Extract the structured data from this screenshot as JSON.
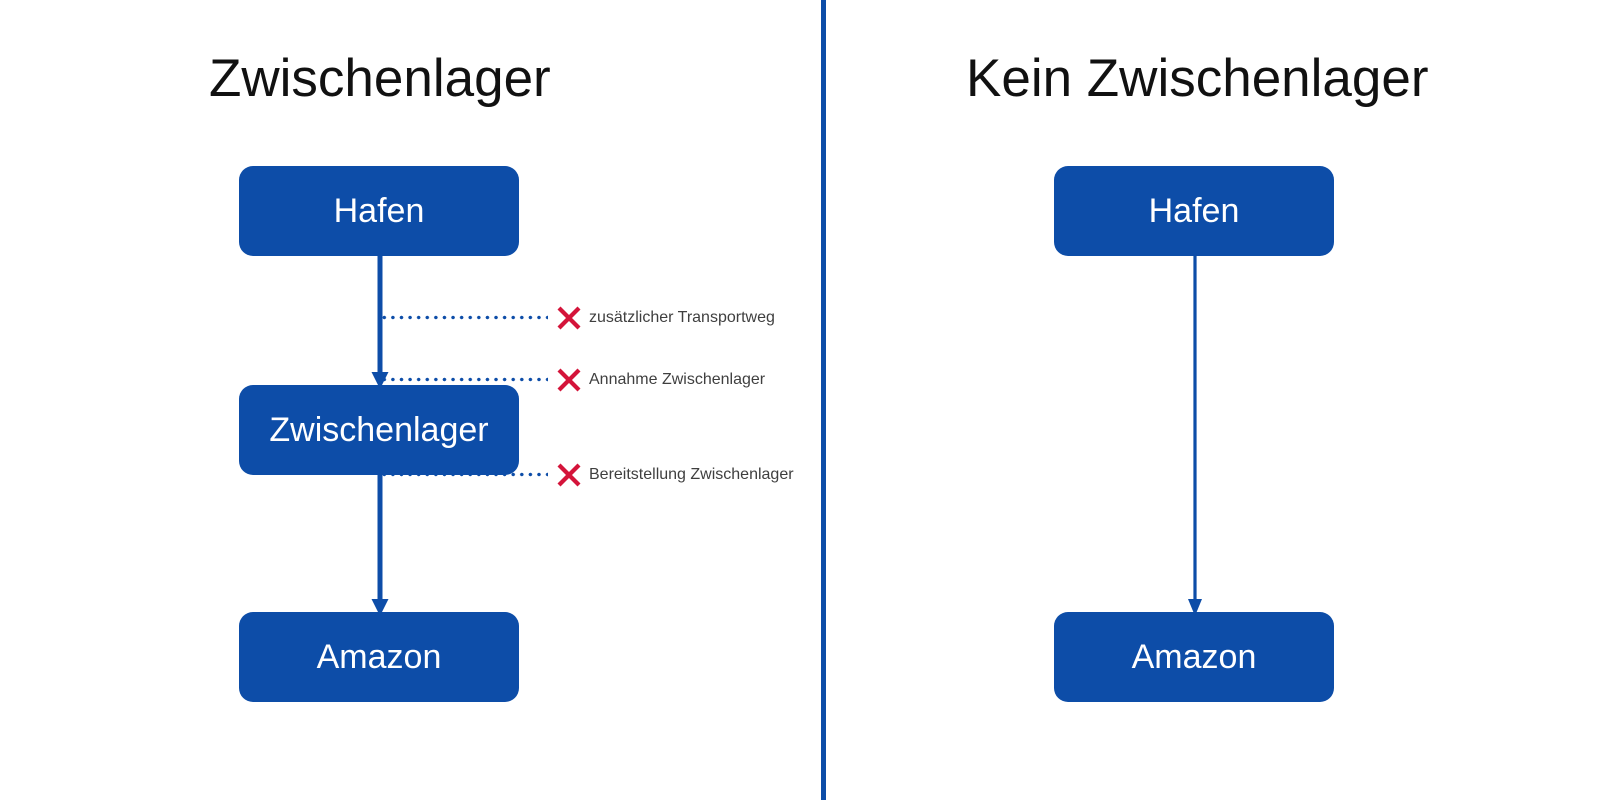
{
  "diagram": {
    "type": "flow-comparison",
    "divider_color": "#0D4DA8",
    "node_color": "#0D4DA8",
    "node_text_color": "#FFFFFF",
    "marker_color": "#D4143A",
    "label_color": "#3F3F3F",
    "columns": [
      {
        "id": "with-interim-storage",
        "title": "Zwischenlager",
        "nodes": [
          {
            "id": "hafen",
            "label": "Hafen"
          },
          {
            "id": "zwischenlager",
            "label": "Zwischenlager"
          },
          {
            "id": "amazon",
            "label": "Amazon"
          }
        ],
        "flows": [
          {
            "from": "Hafen",
            "to": "Zwischenlager"
          },
          {
            "from": "Zwischenlager",
            "to": "Amazon"
          }
        ],
        "callouts": [
          {
            "marker": "red-x",
            "label": "zusätzlicher Transportweg"
          },
          {
            "marker": "red-x",
            "label": "Annahme Zwischenlager"
          },
          {
            "marker": "red-x",
            "label": "Bereitstellung Zwischenlager"
          }
        ]
      },
      {
        "id": "without-interim-storage",
        "title": "Kein Zwischenlager",
        "nodes": [
          {
            "id": "hafen",
            "label": "Hafen"
          },
          {
            "id": "amazon",
            "label": "Amazon"
          }
        ],
        "flows": [
          {
            "from": "Hafen",
            "to": "Amazon"
          }
        ],
        "callouts": []
      }
    ],
    "icons": {
      "x_marker": "red-x-icon",
      "arrow": "down-arrow-icon",
      "leader": "dotted-leader-line"
    }
  }
}
